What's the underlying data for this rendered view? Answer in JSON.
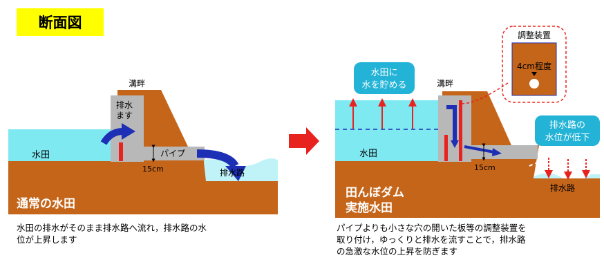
{
  "title": "断面図",
  "colors": {
    "soil": "#c5651a",
    "water": "#7fe9f2",
    "concrete": "#b8b8b8",
    "blue_arrow": "#1c2fb5",
    "red": "#e8231f",
    "title_bg": "#ffff00",
    "callout_bg": "#22b3d6"
  },
  "left": {
    "label_paddy": "水田",
    "label_mizo": "溝畔",
    "label_drain_box": "排水\nます",
    "label_pipe": "パイプ",
    "label_15cm": "15cm",
    "label_canal": "排水路",
    "banner": "通常の水田",
    "caption": "水田の排水がそのまま排水路へ流れ，排水路の水\n位が上昇します"
  },
  "right": {
    "label_paddy": "水田",
    "label_mizo": "溝畔",
    "label_15cm": "15cm",
    "label_canal": "排水路",
    "callout_store": "水田に\n水を貯める",
    "callout_drop": "排水路の\n水位が低下",
    "device_title": "調整装置",
    "device_hole": "4cm程度",
    "banner": "田んぼダム\n実施水田",
    "caption": "パイプよりも小さな穴の開いた板等の調整装置を\n取り付け，ゆっくりと排水を流すことで，排水路\nの急激な水位の上昇を防ぎます"
  }
}
